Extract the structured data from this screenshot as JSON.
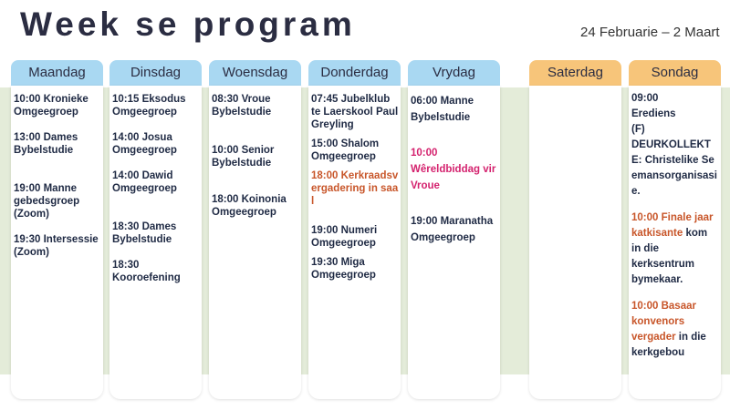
{
  "title": "Week se program",
  "date_range": "24 Februarie – 2 Maart",
  "colors": {
    "weekday_header": "#a9d8f2",
    "weekend_header": "#f7c57a",
    "highlight_orange": "#c8562a",
    "highlight_pink": "#d4226e"
  },
  "days": [
    {
      "name": "Maandag",
      "events": [
        "10:00 Kronieke Omgeegroep",
        "13:00 Dames Bybelstudie",
        "19:00 Manne gebedsgroep (Zoom)",
        "19:30 Intersessie (Zoom)"
      ]
    },
    {
      "name": "Dinsdag",
      "events": [
        "10:15 Eksodus Omgeegroep",
        "14:00 Josua Omgeegroep",
        "14:00 Dawid Omgeegroep",
        "18:30 Dames Bybelstudie",
        "18:30 Kooroefening"
      ]
    },
    {
      "name": "Woensdag",
      "events": [
        "08:30 Vroue Bybelstudie",
        "10:00 Senior Bybelstudie",
        "18:00 Koinonia Omgeegroep"
      ]
    },
    {
      "name": "Donderdag",
      "events": [
        "07:45 Jubelklub te Laerskool Paul Greyling",
        "15:00 Shalom Omgeegroep",
        "18:00 Kerkraadsvergadering in saal",
        "19:00 Numeri Omgeegroep",
        "19:30 Miga Omgeegroep"
      ]
    },
    {
      "name": "Vrydag",
      "events": [
        "06:00 Manne Bybelstudie",
        "10:00 Wêreldbiddag vir Vroue",
        "19:00 Maranatha Omgeegroep"
      ]
    },
    {
      "name": "Saterdag",
      "events": []
    },
    {
      "name": "Sondag",
      "events": [
        {
          "text": "09:00 Erediens (F)"
        },
        {
          "text": "DEURKOLLEKTE: Christelike Seemansorganisasie."
        },
        {
          "highlight": "10:00 Finale jaar katkisante",
          "rest": " kom in die kerksentrum bymekaar."
        },
        {
          "highlight": "10:00 Basaar konvenors vergader",
          "rest": " in die kerkgebou"
        }
      ]
    }
  ]
}
